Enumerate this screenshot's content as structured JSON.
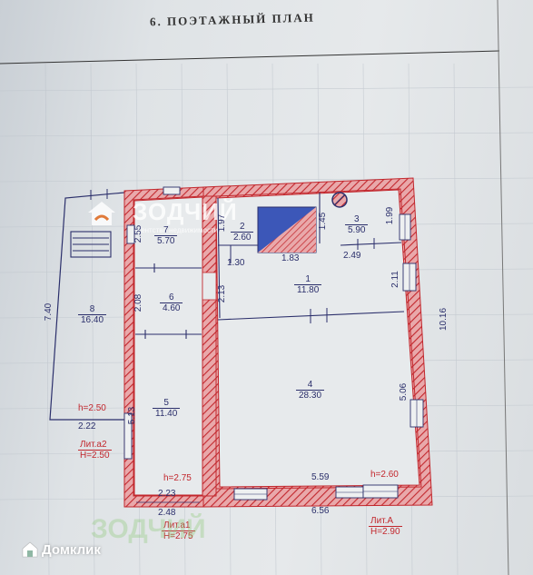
{
  "title": "6. ПОЭТАЖНЫЙ ПЛАН",
  "watermark": {
    "brand": "ЗОДЧИЙ",
    "sub": "агентство недвижимости",
    "footer_brand": "ЗОДЧИЙ"
  },
  "footer": {
    "app_name": "Домклик"
  },
  "colors": {
    "wall": "#c2272d",
    "ink": "#2b2f6b",
    "paper": "#e6e9eb"
  },
  "rooms": [
    {
      "num": "1",
      "area": "11.80"
    },
    {
      "num": "2",
      "area": "2.60"
    },
    {
      "num": "3",
      "area": "5.90"
    },
    {
      "num": "4",
      "area": "28.30"
    },
    {
      "num": "5",
      "area": "11.40"
    },
    {
      "num": "6",
      "area": "4.60"
    },
    {
      "num": "7",
      "area": "5.70"
    },
    {
      "num": "8",
      "area": "16.40"
    }
  ],
  "dimensions": {
    "d740": "7.40",
    "d222": "2.22",
    "d513": "5.13",
    "d255": "2.55",
    "d208": "2.08",
    "d223": "2.23",
    "d248": "2.48",
    "d197": "1.97",
    "d213": "2.13",
    "d130": "1.30",
    "d183": "1.83",
    "d145": "1.45",
    "d249": "2.49",
    "d199": "1.99",
    "d211": "2.11",
    "d1016": "10.16",
    "d506": "5.06",
    "d559": "5.59",
    "d656": "6.56"
  },
  "heights": {
    "h_a2": "h=2.50",
    "h_a1": "h=2.75",
    "h_a": "h=2.60"
  },
  "lit": [
    {
      "name": "Лит.а2",
      "height": "Н=2.50"
    },
    {
      "name": "Лит.а1",
      "height": "Н=2.75"
    },
    {
      "name": "Лит.А",
      "height": "Н=2.90"
    }
  ]
}
